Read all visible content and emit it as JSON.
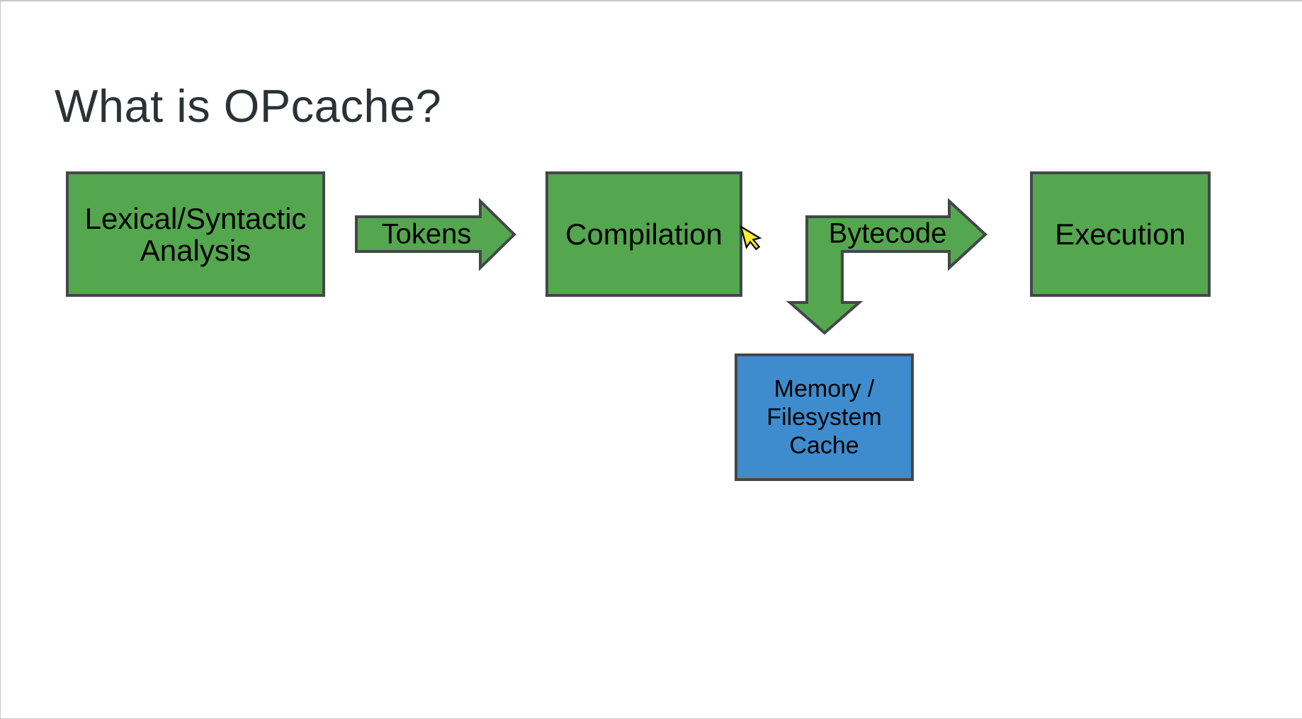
{
  "page": {
    "background": "#ffffff",
    "frame_border_color": "#c7c7c7"
  },
  "title": {
    "text": "What is OPcache?",
    "color": "#2a3236"
  },
  "palette": {
    "shape_green": "#54a74e",
    "shape_blue": "#3e8ccd",
    "shape_outline": "#43474a",
    "label_color": "#000000",
    "cursor_fill": "#f9ee32",
    "cursor_outline": "#101010"
  },
  "diagram": {
    "boxes": [
      {
        "id": "lexical-syntactic-analysis",
        "label": "Lexical/Syntactic\nAnalysis",
        "fill": "green"
      },
      {
        "id": "compilation",
        "label": "Compilation",
        "fill": "green"
      },
      {
        "id": "execution",
        "label": "Execution",
        "fill": "green"
      },
      {
        "id": "memory-filesystem-cache",
        "label": "Memory /\nFilesystem\nCache",
        "fill": "blue"
      }
    ],
    "arrows": [
      {
        "id": "tokens",
        "label": "Tokens",
        "direction": "right"
      },
      {
        "id": "bytecode",
        "label": "Bytecode",
        "direction": "right-and-down"
      }
    ]
  },
  "cursor": {
    "type": "arrow-pointer"
  }
}
